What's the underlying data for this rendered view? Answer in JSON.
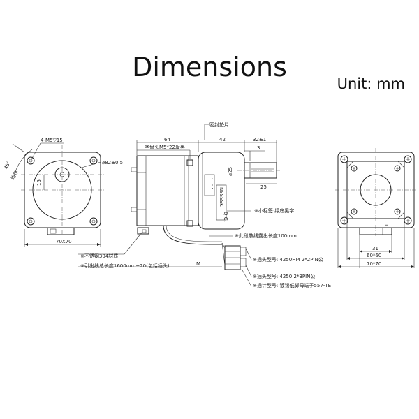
{
  "title": "Dimensions",
  "unit": "Unit: mm",
  "labels": {
    "mount_thread": "4-M5▽15",
    "angle": "45°",
    "pitch": "均布",
    "pilot_dia": "⌀82±0.5",
    "key_height": "15",
    "width_front": "70X70",
    "dim_64": "64",
    "dim_42": "42",
    "dim_32": "32±1",
    "dim_3": "3",
    "gasket": "密封垫片",
    "screws": "十字盘头M5*22发黑",
    "shaft_dia": "⌀25",
    "shaft_key": "25",
    "small_label": "※小标签:绿底黑字",
    "exposed_length": "※此段散线露出长度100mm",
    "plug_type": "※插头型号: 4250HM 2*2PIN公",
    "steel": "※不锈钢304材质",
    "lead_length": "※引出线总长度1600mm±20(包括插头)",
    "M": "M",
    "plug_type2": "※插头型号: 4250 2*3PIN公",
    "pin_type": "※插针型号: 镀锡低脚母端子557-TE",
    "dim_31": "31",
    "dim_11": "11",
    "dim_60": "60*60",
    "dim_70": "70*70",
    "brand_text": "NSSSSK",
    "qc_text": "Q.C."
  }
}
